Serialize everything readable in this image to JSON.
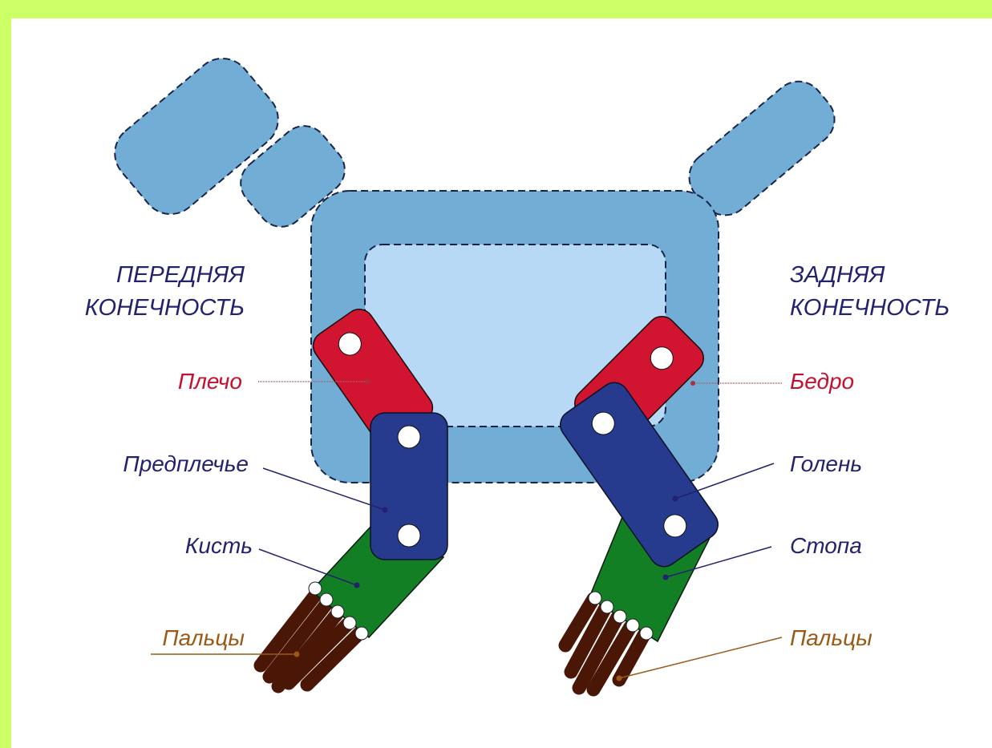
{
  "labels": {
    "front_heading_line1": "ПЕРЕДНЯЯ",
    "front_heading_line2": "КОНЕЧНОСТЬ",
    "hind_heading_line1": "ЗАДНЯЯ",
    "hind_heading_line2": "КОНЕЧНОСТЬ",
    "shoulder": "Плечо",
    "forearm": "Предплечье",
    "wrist": "Кисть",
    "fingers_front": "Пальцы",
    "thigh": "Бедро",
    "shin": "Голень",
    "foot": "Стопа",
    "fingers_hind": "Пальцы"
  },
  "colors": {
    "border": "#ccff66",
    "body_light": "#b8d9f5",
    "body_mid": "#72add6",
    "heading": "#22226e",
    "red_segment": "#d11530",
    "blue_segment": "#263a8e",
    "green_segment": "#127f25",
    "fingers": "#4a1606",
    "red_label": "#c6112e",
    "brown_label": "#9a5a16"
  }
}
